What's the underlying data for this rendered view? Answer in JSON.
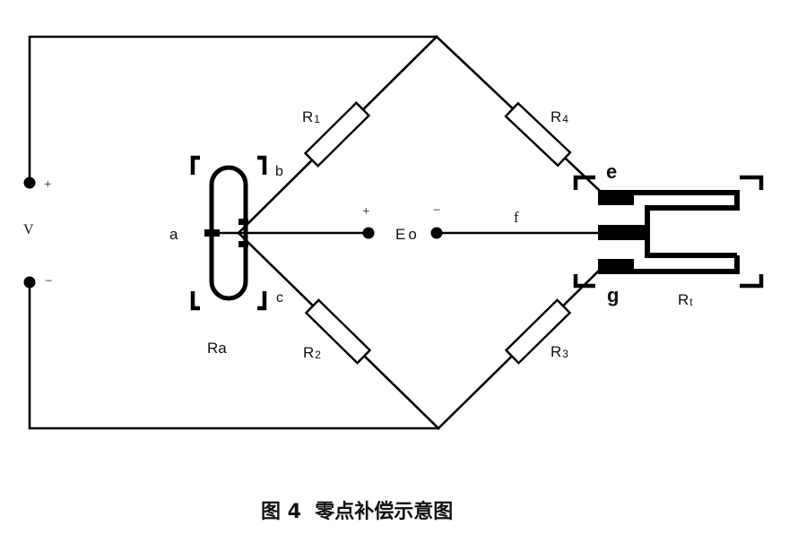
{
  "caption": "图 4  零点补偿示意图",
  "supply": {
    "label": "V",
    "plus": "+",
    "minus": "−"
  },
  "output": {
    "label": "Eo",
    "plus": "+",
    "minus": "−"
  },
  "resistors": {
    "r1": {
      "name": "R",
      "sub": "1"
    },
    "r2": {
      "name": "R",
      "sub": "2"
    },
    "r3": {
      "name": "R",
      "sub": "3"
    },
    "r4": {
      "name": "R",
      "sub": "4"
    }
  },
  "compensation_resistor": {
    "label": "Ra",
    "taps": {
      "a": "a",
      "b": "b",
      "c": "c"
    }
  },
  "strain_gauge": {
    "label_main": "R",
    "label_sub": "t",
    "taps": {
      "e": "e",
      "f": "f",
      "g": "g"
    }
  },
  "colors": {
    "ink": "#000000",
    "background": "#ffffff"
  }
}
